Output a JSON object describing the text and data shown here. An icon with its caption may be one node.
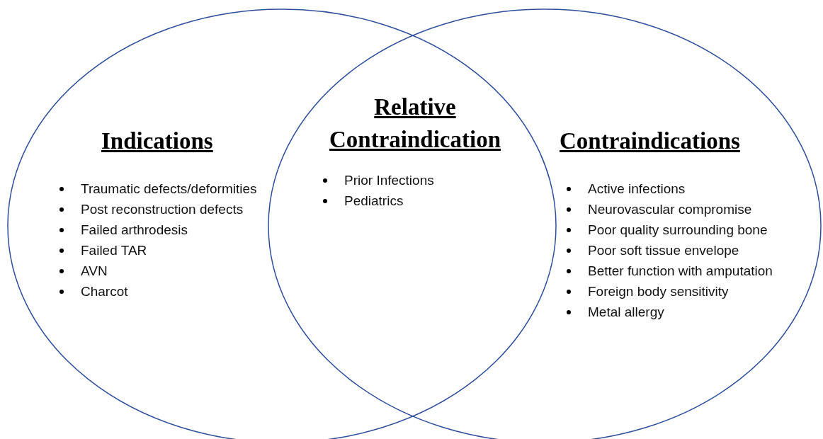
{
  "diagram": {
    "nodes": [
      {
        "text": [
          "Indications",
          "Traumatic defects/deformities",
          "Post reconstruction defects",
          "Failed arthrodesis",
          "Failed TAR",
          "AVN",
          "Charcot"
        ]
      },
      {
        "text": [
          "Contraindications",
          "Active infections",
          "Neurovascular compromise",
          "Poor quality surrounding bone",
          "Poor soft tissue envelope",
          "Better function with amputation",
          "Foreign body sensitivity",
          "Metal allergy"
        ]
      }
    ],
    "labels": [
      "Relative Contraindication",
      "Prior Infections",
      "Pediatrics"
    ]
  }
}
